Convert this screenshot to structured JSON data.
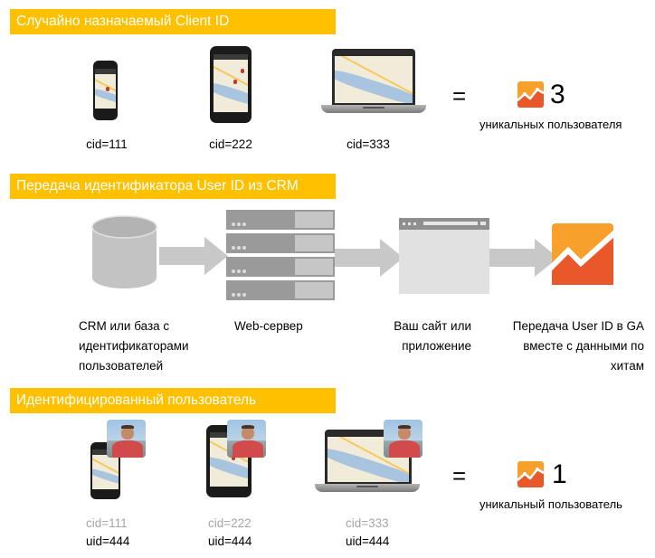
{
  "sections": {
    "random_client_id": {
      "title": "Случайно назначаемый Client ID",
      "devices": [
        {
          "type": "phone",
          "cid": "cid=111"
        },
        {
          "type": "tablet",
          "cid": "cid=222"
        },
        {
          "type": "laptop",
          "cid": "cid=333"
        }
      ],
      "equals": "=",
      "count": "3",
      "count_caption": "уникальных пользователя"
    },
    "crm_transfer": {
      "title": "Передача идентификатора User ID из CRM",
      "steps": [
        {
          "icon": "database-icon",
          "label_lines": [
            "CRM или база с",
            "идентификаторами",
            "пользователей"
          ]
        },
        {
          "icon": "server-icon",
          "label_lines": [
            "Web-сервер"
          ]
        },
        {
          "icon": "browser-window-icon",
          "label_lines": [
            "Ваш сайт или",
            "приложение"
          ]
        },
        {
          "icon": "google-analytics-icon",
          "label_lines": [
            "Передача User ID в GA",
            "вместе с данными по",
            "хитам"
          ]
        }
      ]
    },
    "identified_user": {
      "title": "Идентифицированный пользователь",
      "devices": [
        {
          "type": "phone",
          "cid": "cid=111",
          "uid": "uid=444"
        },
        {
          "type": "tablet",
          "cid": "cid=222",
          "uid": "uid=444"
        },
        {
          "type": "laptop",
          "cid": "cid=333",
          "uid": "uid=444"
        }
      ],
      "equals": "=",
      "count": "1",
      "count_caption": "уникальный пользователь"
    }
  },
  "colors": {
    "header_bg": "#ffc000",
    "ga_orange": "#f7a12c",
    "ga_red": "#e8582a",
    "diagram_grey": "#c8c8c8",
    "faded_text": "#a6a6a6"
  }
}
